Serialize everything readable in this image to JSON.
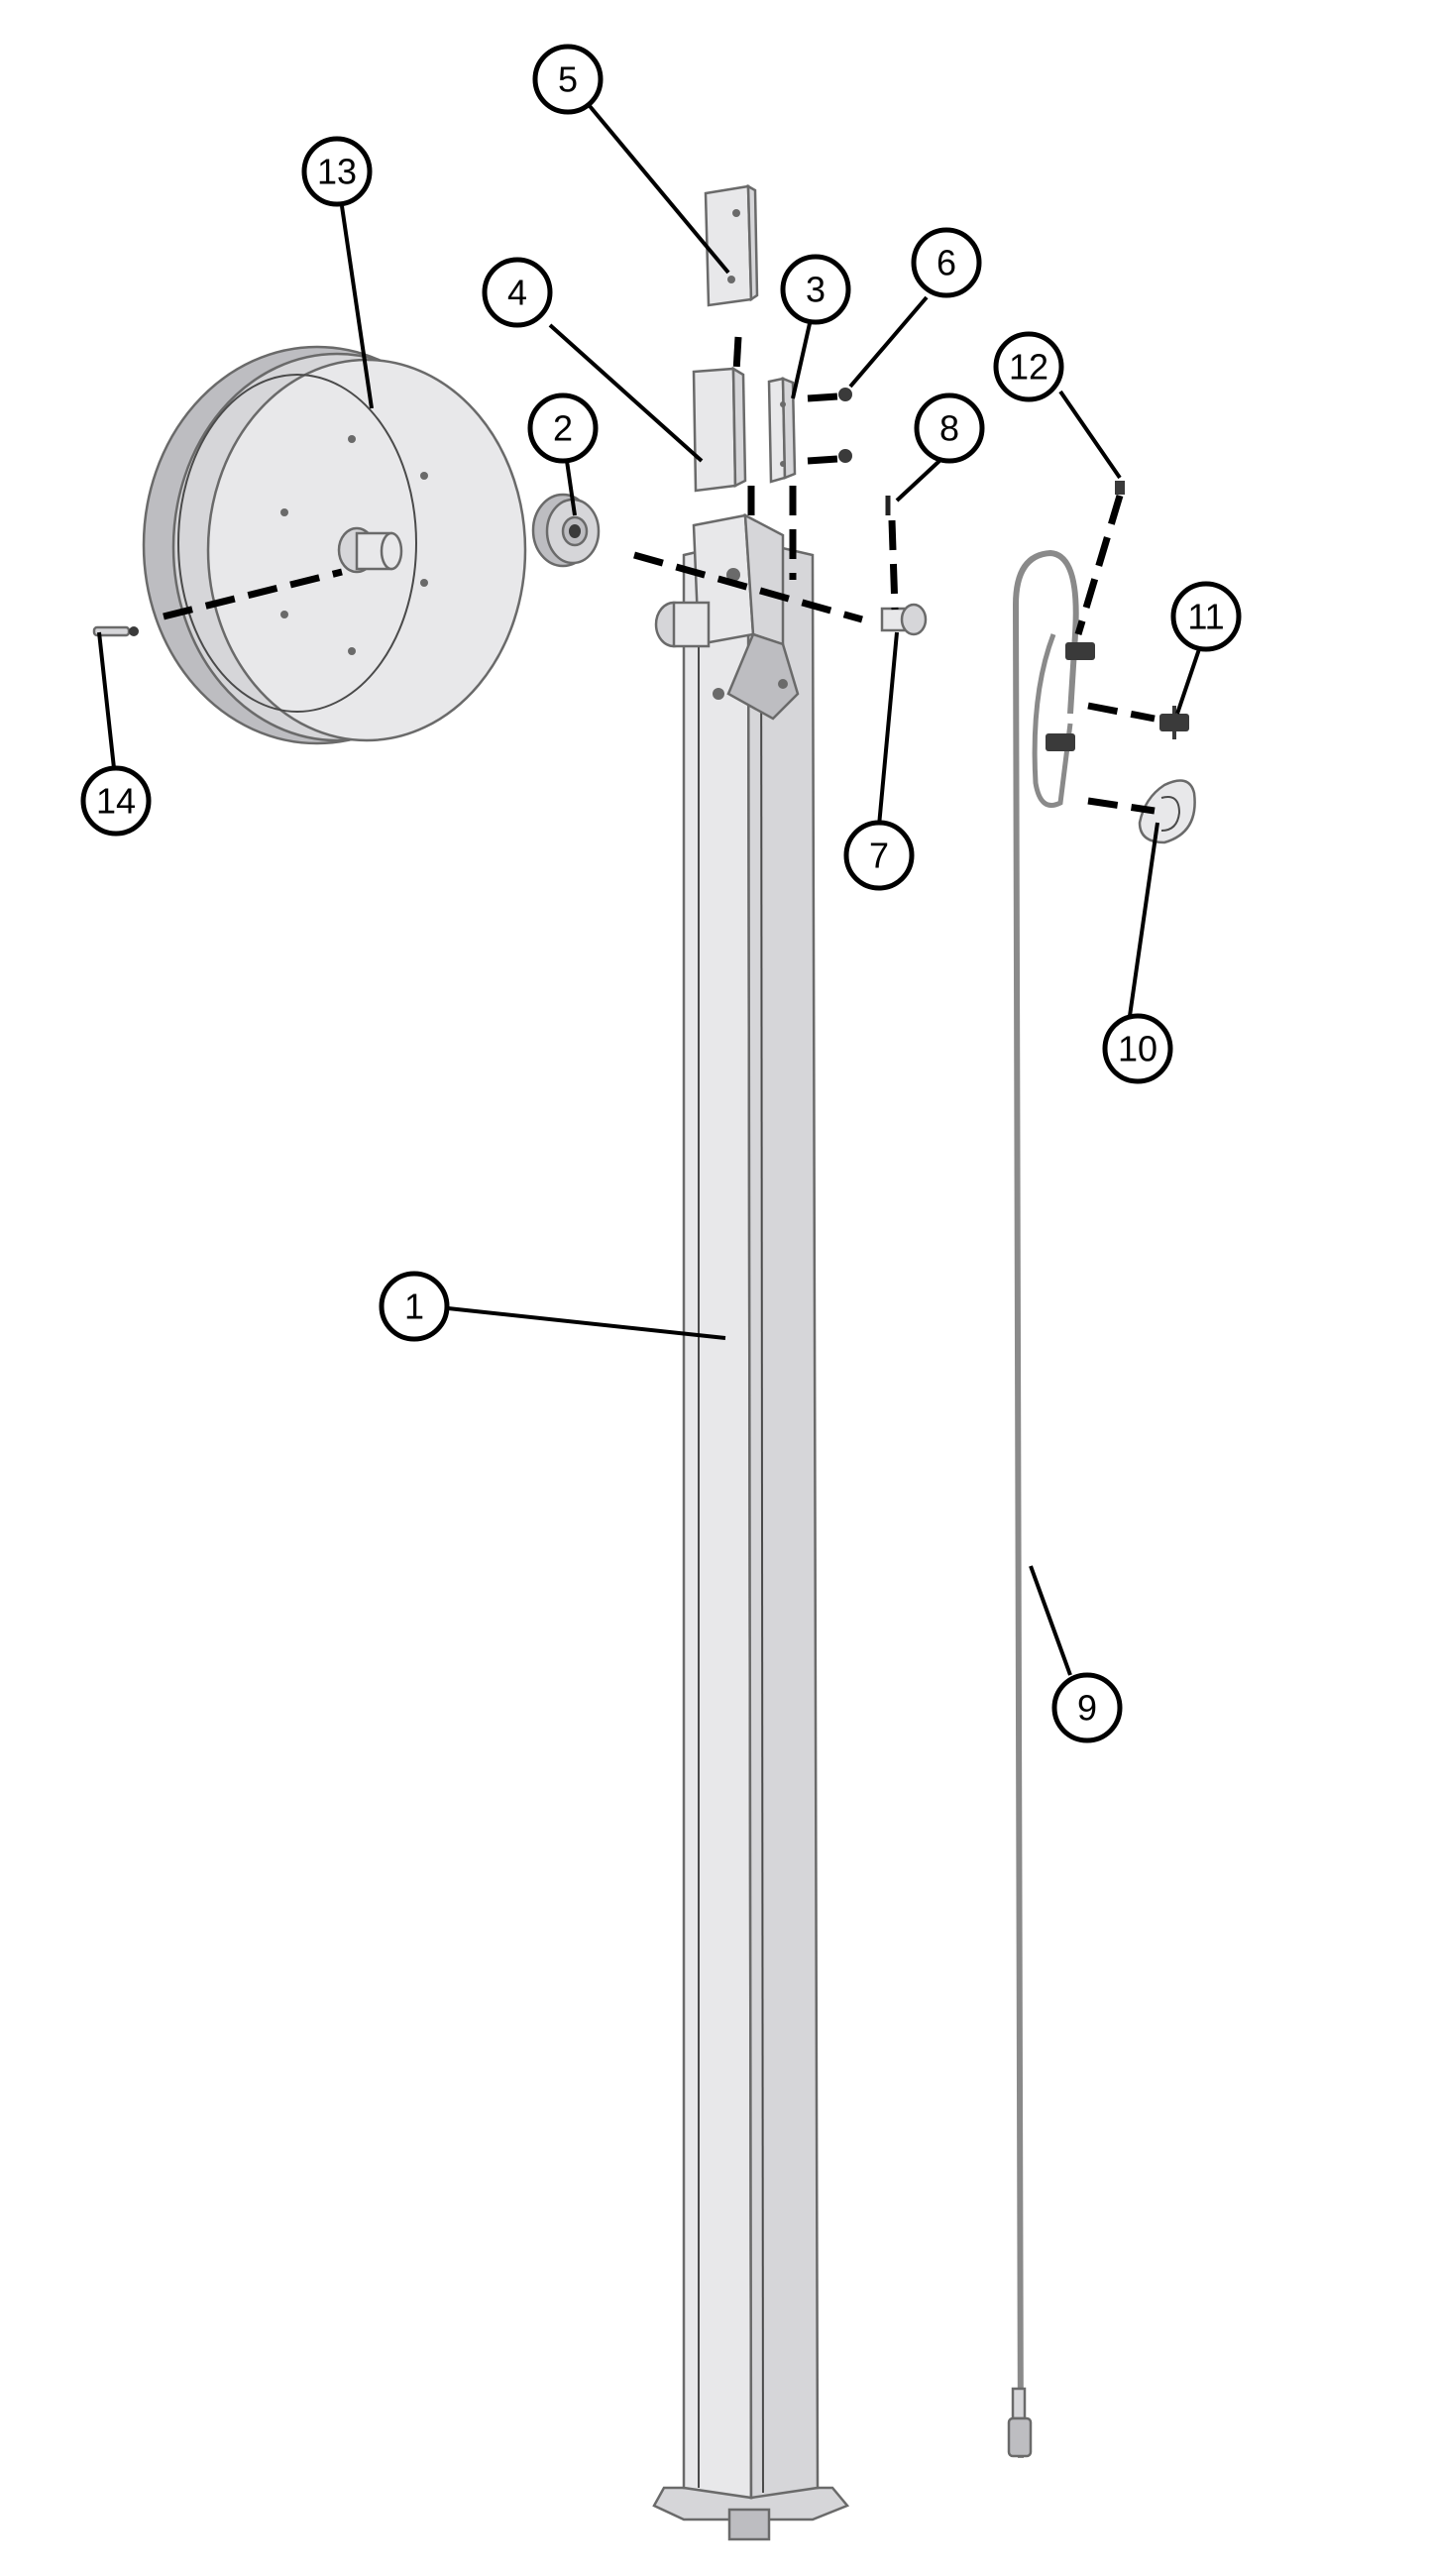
{
  "colors": {
    "line": "#000000",
    "part_fill": "#e8e8ea",
    "part_shade": "#bdbdc1",
    "part_edge": "#6a6a6a"
  },
  "callouts": [
    {
      "id": "1",
      "label": "1"
    },
    {
      "id": "2",
      "label": "2"
    },
    {
      "id": "3",
      "label": "3"
    },
    {
      "id": "4",
      "label": "4"
    },
    {
      "id": "5",
      "label": "5"
    },
    {
      "id": "6",
      "label": "6"
    },
    {
      "id": "7",
      "label": "7"
    },
    {
      "id": "8",
      "label": "8"
    },
    {
      "id": "9",
      "label": "9"
    },
    {
      "id": "10",
      "label": "10"
    },
    {
      "id": "11",
      "label": "11"
    },
    {
      "id": "12",
      "label": "12"
    },
    {
      "id": "13",
      "label": "13"
    },
    {
      "id": "14",
      "label": "14"
    }
  ]
}
